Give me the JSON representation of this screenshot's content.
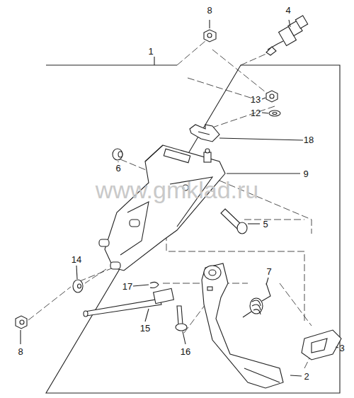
{
  "diagram": {
    "labels": [
      "1",
      "2",
      "3",
      "4",
      "5",
      "6",
      "7",
      "8",
      "8",
      "9",
      "12",
      "13",
      "14",
      "15",
      "16",
      "17",
      "18",
      "www.gmklad.ru"
    ]
  }
}
